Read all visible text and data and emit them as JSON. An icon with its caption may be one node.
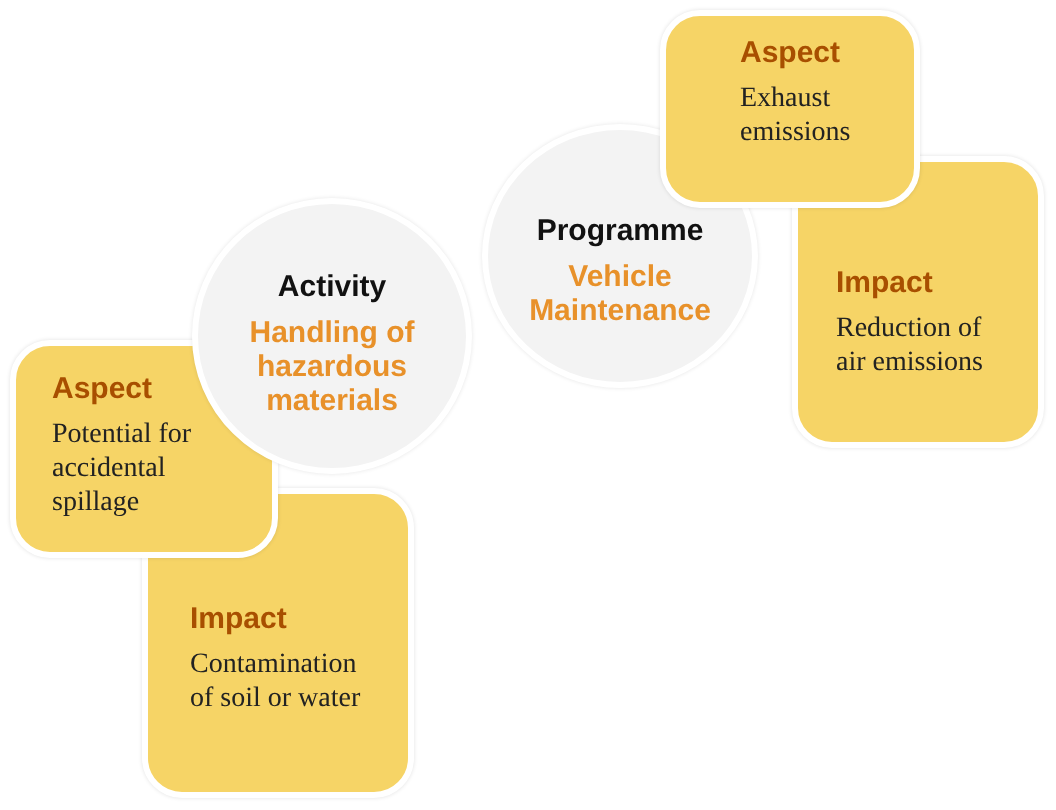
{
  "diagram": {
    "nodes": [
      {
        "text": [
          "Activity",
          "Handling of hazardous materials"
        ]
      },
      {
        "text": [
          "Aspect",
          "Potential for accidental spillage"
        ]
      },
      {
        "text": [
          "Impact",
          "Contamination of soil or water"
        ]
      },
      {
        "text": [
          "Programme",
          "Vehicle Maintenance"
        ]
      },
      {
        "text": [
          "Aspect",
          "Exhaust emissions"
        ]
      },
      {
        "text": [
          "Impact",
          "Reduction of air emissions"
        ]
      }
    ],
    "edges": []
  }
}
